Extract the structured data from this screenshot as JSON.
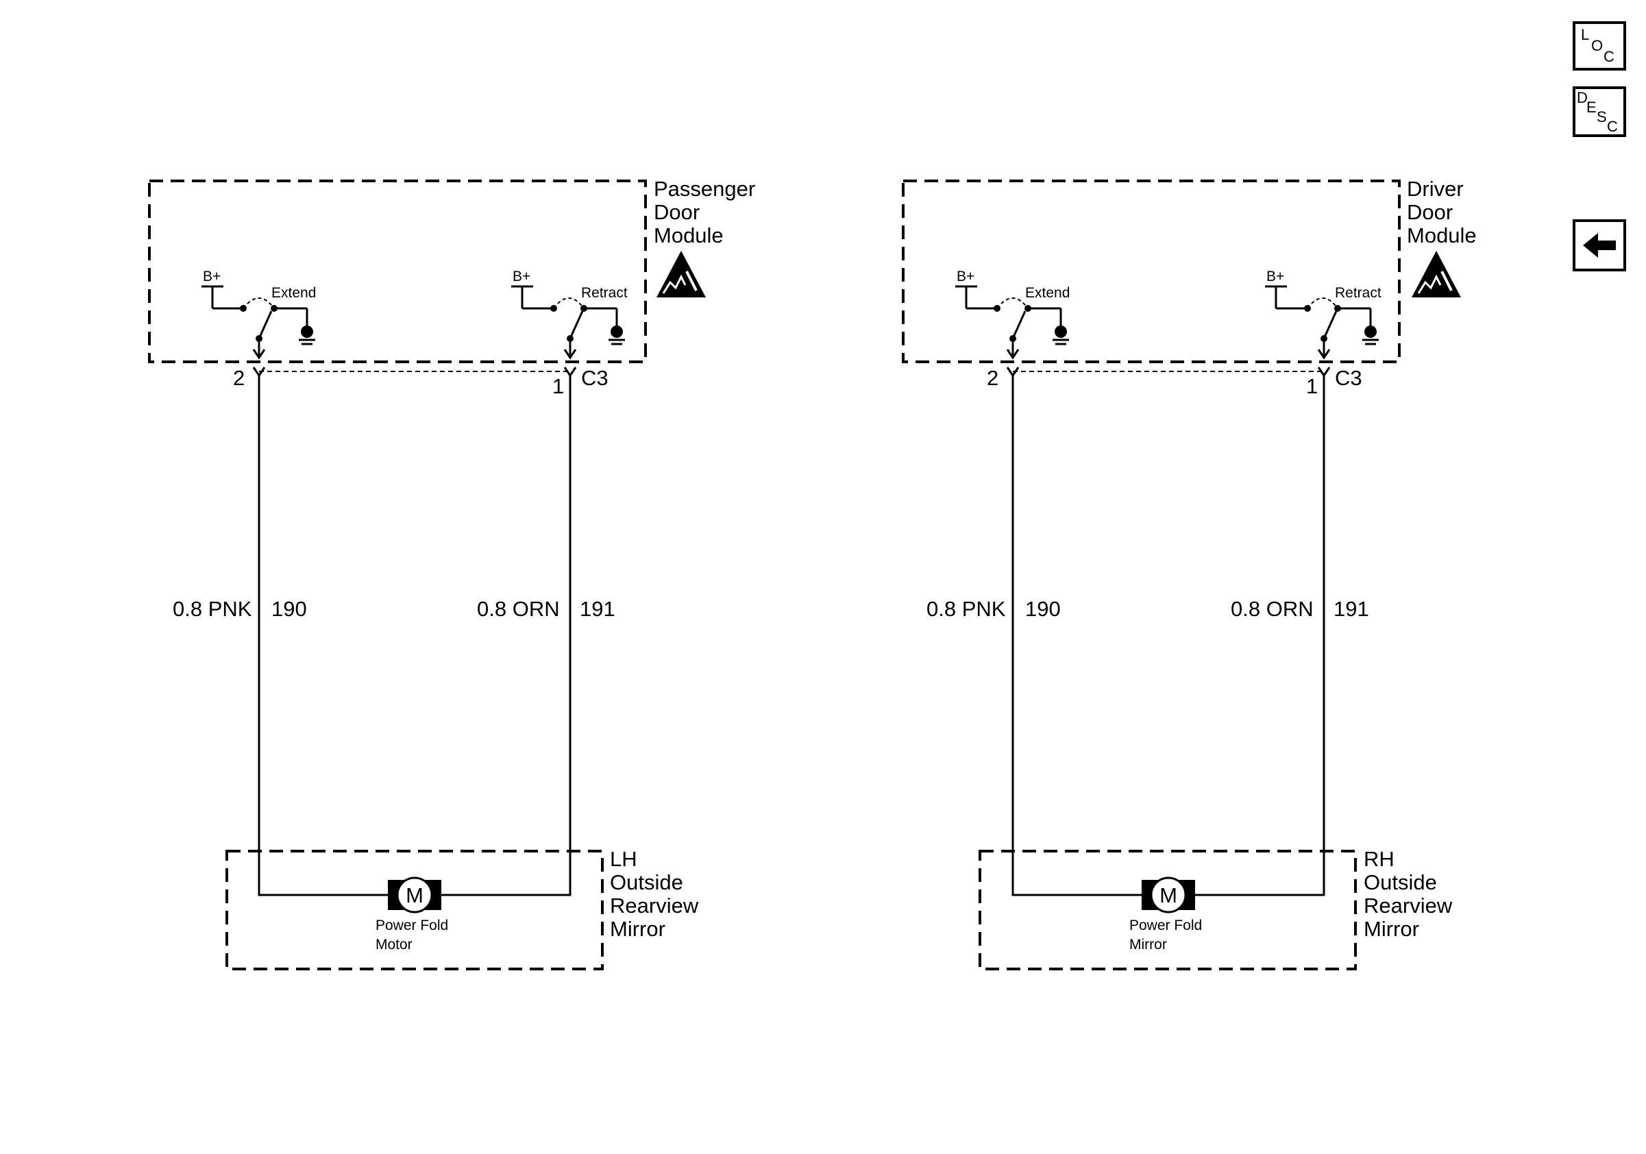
{
  "nav": {
    "loc": {
      "l1": "L",
      "l2": "O",
      "l3": "C"
    },
    "desc": {
      "l1": "D",
      "l2": "E",
      "l3": "S",
      "l4": "C"
    },
    "back_icon": "left-arrow-icon"
  },
  "passenger": {
    "module_l1": "Passenger",
    "module_l2": "Door",
    "module_l3": "Module",
    "esd_icon": "esd-warning-icon",
    "sw1_bplus": "B+",
    "sw1_label": "Extend",
    "sw2_bplus": "B+",
    "sw2_label": "Retract",
    "pin_left": "2",
    "pin_right": "1",
    "connector": "C3",
    "wire1_gauge": "0.8 PNK",
    "wire1_circuit": "190",
    "wire2_gauge": "0.8 ORN",
    "wire2_circuit": "191",
    "motor_symbol": "M",
    "motor_l1": "Power Fold",
    "motor_l2": "Motor",
    "mirror_l1": "LH",
    "mirror_l2": "Outside",
    "mirror_l3": "Rearview",
    "mirror_l4": "Mirror"
  },
  "driver": {
    "module_l1": "Driver",
    "module_l2": "Door",
    "module_l3": "Module",
    "esd_icon": "esd-warning-icon",
    "sw1_bplus": "B+",
    "sw1_label": "Extend",
    "sw2_bplus": "B+",
    "sw2_label": "Retract",
    "pin_left": "2",
    "pin_right": "1",
    "connector": "C3",
    "wire1_gauge": "0.8 PNK",
    "wire1_circuit": "190",
    "wire2_gauge": "0.8 ORN",
    "wire2_circuit": "191",
    "motor_symbol": "M",
    "motor_l1": "Power Fold",
    "motor_l2": "Mirror",
    "mirror_l1": "RH",
    "mirror_l2": "Outside",
    "mirror_l3": "Rearview",
    "mirror_l4": "Mirror"
  }
}
